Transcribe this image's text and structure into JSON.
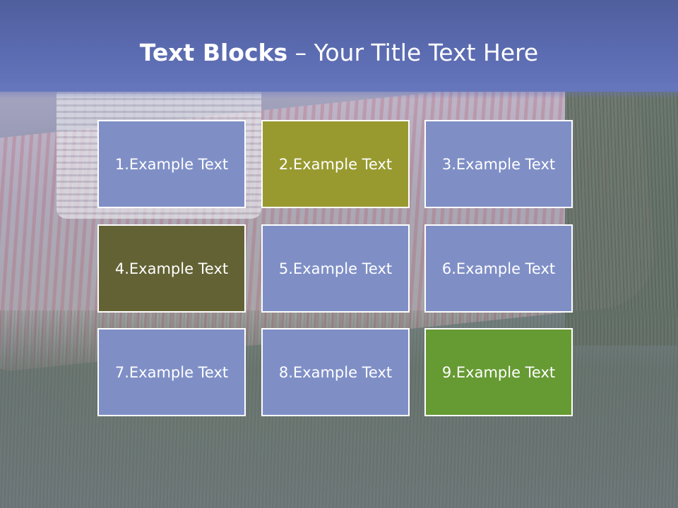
{
  "slide": {
    "title_bold": "Text Blocks",
    "title_rest": " – Your Title Text Here"
  },
  "colors": {
    "header": "#5b6bb0",
    "block_blue": "#7f8fc6",
    "block_olive": "#989a30",
    "block_dark_olive": "#636234",
    "block_green": "#669a33",
    "block_border": "#ffffff"
  },
  "blocks": [
    {
      "label": "1.Example Text",
      "color": "#7f8fc6"
    },
    {
      "label": "2.Example Text",
      "color": "#989a30"
    },
    {
      "label": "3.Example Text",
      "color": "#7f8fc6"
    },
    {
      "label": "4.Example Text",
      "color": "#636234"
    },
    {
      "label": "5.Example Text",
      "color": "#7f8fc6"
    },
    {
      "label": "6.Example Text",
      "color": "#7f8fc6"
    },
    {
      "label": "7.Example Text",
      "color": "#7f8fc6"
    },
    {
      "label": "8.Example Text",
      "color": "#7f8fc6"
    },
    {
      "label": "9.Example Text",
      "color": "#669a33"
    }
  ]
}
